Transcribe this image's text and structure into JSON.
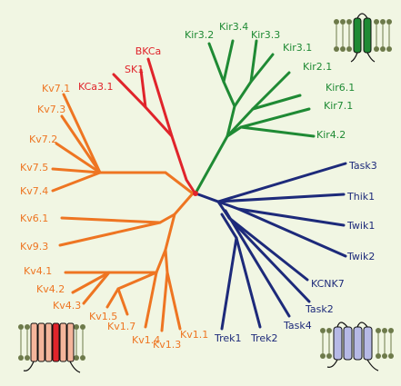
{
  "colors": {
    "background": "#f1f6e3",
    "kca": "#e0242b",
    "kir": "#1f8a34",
    "k2p": "#1d2a7a",
    "kv": "#ee7522",
    "membrane_head": "#6d7a4a"
  },
  "clades": {
    "kca": {
      "labels": [
        "BKCa",
        "SK1",
        "KCa3.1"
      ]
    },
    "kir": {
      "labels": [
        "Kir3.2",
        "Kir3.4",
        "Kir3.3",
        "Kir3.1",
        "Kir2.1",
        "Kir6.1",
        "Kir7.1",
        "Kir4.2"
      ]
    },
    "k2p": {
      "labels": [
        "Task3",
        "Thik1",
        "Twik1",
        "Twik2",
        "KCNK7",
        "Task2",
        "Task4",
        "Trek2",
        "Trek1"
      ]
    },
    "kv": {
      "labels": [
        "Kv7.1",
        "Kv7.3",
        "Kv7.2",
        "Kv7.5",
        "Kv7.4",
        "Kv6.1",
        "Kv9.3",
        "Kv4.1",
        "Kv4.2",
        "Kv4.3",
        "Kv1.5",
        "Kv1.7",
        "Kv1.4",
        "Kv1.3",
        "Kv1.1"
      ]
    }
  },
  "icons": {
    "top_right": "two-transmembrane-channel-icon",
    "bottom_left": "six-transmembrane-channel-icon",
    "bottom_right": "four-transmembrane-channel-icon"
  }
}
